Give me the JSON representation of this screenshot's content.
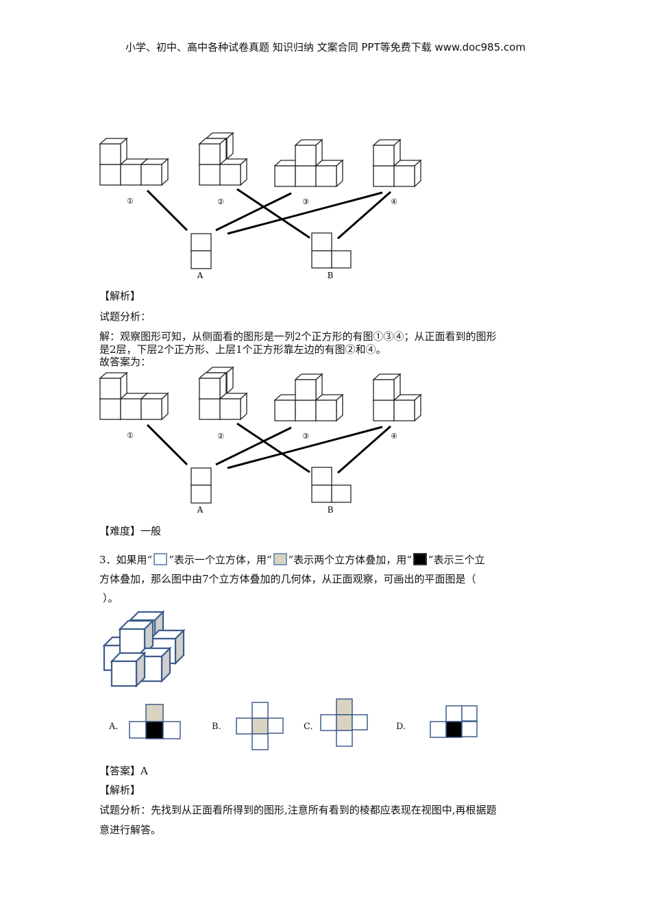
{
  "header": "小学、初中、高中各种试卷真题 知识归纳 文案合同 PPT等免费下载   www.doc985.com",
  "figure_labels": {
    "n1": "①",
    "n2": "②",
    "n3": "③",
    "n4": "④",
    "A": "A",
    "B": "B"
  },
  "analysis": {
    "heading": "【解析】",
    "sub": "试题分析：",
    "line1": "解：观察图形可知，从侧面看的图形是一列2个正方形的有图①③④；从正面看到的图形",
    "line2": "是2层，下层2个正方形、上层1个正方形靠左边的有图②和④。",
    "answer_intro": "故答案为："
  },
  "difficulty": "【难度】一般",
  "q3": {
    "p1": "3．如果用“",
    "p2": "”表示一个立方体，用“",
    "p3": "”表示两个立方体叠加，用“",
    "p4": "”表示三个立",
    "line2": "方体叠加，那么图中由7个立方体叠加的几何体，从正面观察，可画出的平面图是（",
    "line3": "）。",
    "options": [
      "A.",
      "B.",
      "C.",
      "D."
    ],
    "answer": "【答案】A",
    "analysis_heading": "【解析】",
    "analysis_line1": "试题分析：先找到从正面看所得到的图形,注意所有看到的棱都应表现在视图中,再根据题",
    "analysis_line2": "意进行解答。"
  },
  "colors": {
    "gray": "#d9d4c0",
    "black": "#000000",
    "blue": "#3d5b8c"
  }
}
